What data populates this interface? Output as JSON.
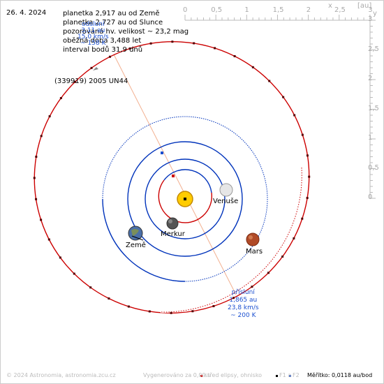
{
  "date": "26. 4. 2024",
  "info_lines": [
    "planetka 2,917 au od Země",
    "planetka 2,727 au od Slunce",
    "pozorovaná hv. velikost ~ 23,2 mag",
    "oběžná doba 3,488 let",
    "interval bodů 31,9 dnů"
  ],
  "aphelion": {
    "lines": [
      "odsluní",
      "3,11 au",
      "15,0 km/s",
      "~ 158 K"
    ]
  },
  "object_name": "(339919) 2005 UN44",
  "planets": {
    "venus": "Venuše",
    "earth": "Země",
    "mercury": "Merkur",
    "mars": "Mars"
  },
  "perihelion": {
    "lines": [
      "přísluní",
      "1,865 au",
      "23,8 km/s",
      "~ 200 K"
    ]
  },
  "scale_axis": {
    "top_ticks": [
      "0",
      "0,5",
      "1",
      "1,5",
      "2",
      "2,5",
      "3"
    ],
    "top_unit": "[au]",
    "top_letter_x": "x",
    "top_letter_y": "y",
    "right_ticks": [
      "3",
      "2,5",
      "2",
      "1,5",
      "1",
      "0,5",
      "0"
    ]
  },
  "footer": {
    "copyright": "© 2024 Astronomia, astronomia.zcu.cz",
    "generated": "Vygenerováno za 0,09 s",
    "legend_center": "střed elipsy, ohnisko",
    "legend_f1": "F1 a",
    "legend_f2": "F2",
    "scale": "Měřítko: 0,0118 au/bod"
  },
  "colors": {
    "orbit_asteroid": "#cc0000",
    "orbit_planet": "#0033bb",
    "apsis_line": "#f0a080",
    "label_blue": "#1a4fd0"
  }
}
